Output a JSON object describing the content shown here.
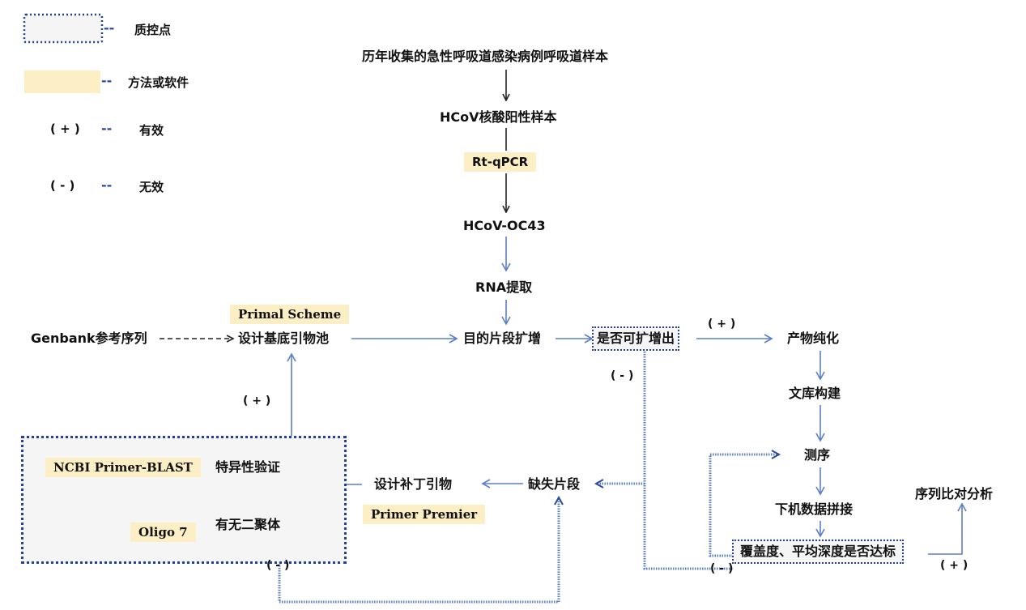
{
  "legend": {
    "qc_label": "质控点",
    "method_label": "方法或软件",
    "positive_sign": "( + )",
    "positive_label": "有效",
    "negative_sign": "( - )",
    "negative_label": "无效",
    "dash": "--"
  },
  "flow": {
    "n1": "历年收集的急性呼吸道感染病例呼吸道样本",
    "n2": "HCoV核酸阳性样本",
    "t1": "Rt-qPCR",
    "n3": "HCoV-OC43",
    "n4": "RNA提取",
    "t2": "Primal Scheme",
    "genbank": "Genbank参考序列",
    "pool": "设计基底引物池",
    "amplify": "目的片段扩增",
    "qc1": "是否可扩增出",
    "purify": "产物纯化",
    "library": "文库构建",
    "sequencing": "测序",
    "assembly": "下机数据拼接",
    "qc2": "覆盖度、平均深度是否达标",
    "analysis": "序列比对分析",
    "missing": "缺失片段",
    "patch": "设计补丁引物",
    "t3": "Primer Premier",
    "specificity": "特异性验证",
    "dimer": "有无二聚体",
    "t4": "NCBI Primer-BLAST",
    "t5": "Oligo 7"
  },
  "signs": {
    "s_pos": "( + )",
    "s_neg": "( - )"
  },
  "colors": {
    "flow_arrow": "#5b7ec9",
    "qc_border": "#24428f",
    "highlight": "#fcefc6"
  }
}
